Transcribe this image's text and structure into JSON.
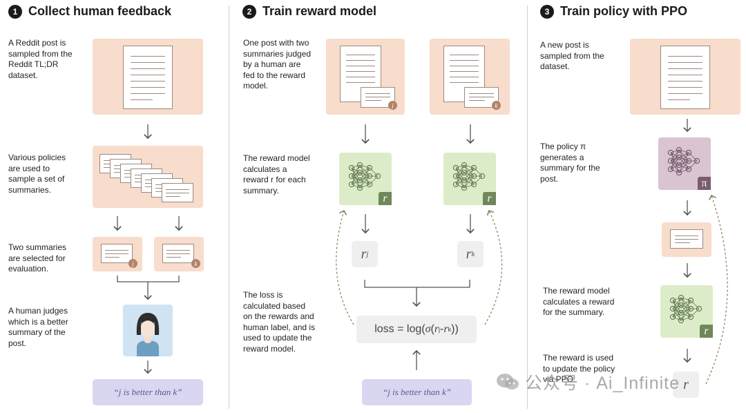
{
  "steps": [
    {
      "num": "1",
      "title": "Collect human feedback"
    },
    {
      "num": "2",
      "title": "Train reward model"
    },
    {
      "num": "3",
      "title": "Train policy with PPO"
    }
  ],
  "col1": {
    "desc1": "A Reddit post is sampled from the Reddit TL;DR dataset.",
    "desc2": "Various policies are used to sample a set of summaries.",
    "desc3": "Two summaries are selected for evaluation.",
    "desc4": "A human judges which is a better summary of the post.",
    "badge_j": "j",
    "badge_k": "k",
    "judgement": "“j is better than k”"
  },
  "col2": {
    "desc1": "One post with two summaries judged by a human are fed to the reward model.",
    "desc2": "The reward model calculates a reward r for each summary.",
    "desc3": "The loss is calculated based on the rewards and human label, and is used to update the reward model.",
    "badge_j": "j",
    "badge_k": "k",
    "reward_badge": "r",
    "r_symbol": "r",
    "sub_j": "j",
    "sub_k": "k",
    "loss_prefix": "loss = log(",
    "loss_sigma": "σ",
    "loss_mid1": "(",
    "loss_rj": "r",
    "loss_sub_j": "j",
    "loss_minus": " - ",
    "loss_rk": "r",
    "loss_sub_k": "k",
    "loss_suffix": "))",
    "judgement": "“j is better than k”"
  },
  "col3": {
    "desc1": "A new post is sampled from the dataset.",
    "desc2": "The policy π generates a summary for the post.",
    "desc3": "The reward model calculates a reward for the summary.",
    "desc4": "The reward is used to update the policy via PPO.",
    "pi_badge": "π",
    "reward_badge": "r",
    "r_symbol": "r"
  },
  "watermark": "公众号 · Ai_Infinite",
  "icons": [
    "document-icon",
    "summary-card-icon",
    "neural-network-icon",
    "person-icon",
    "arrow-down-icon",
    "wechat-icon"
  ],
  "colors": {
    "peach": "#f8dccc",
    "green": "#dcecc8",
    "purple": "#dac4d1",
    "lavender": "#d9d6f1",
    "grey": "#efefef",
    "badge_brown": "#b08469",
    "badge_green": "#6f875a",
    "badge_purple": "#7a5c6d"
  }
}
